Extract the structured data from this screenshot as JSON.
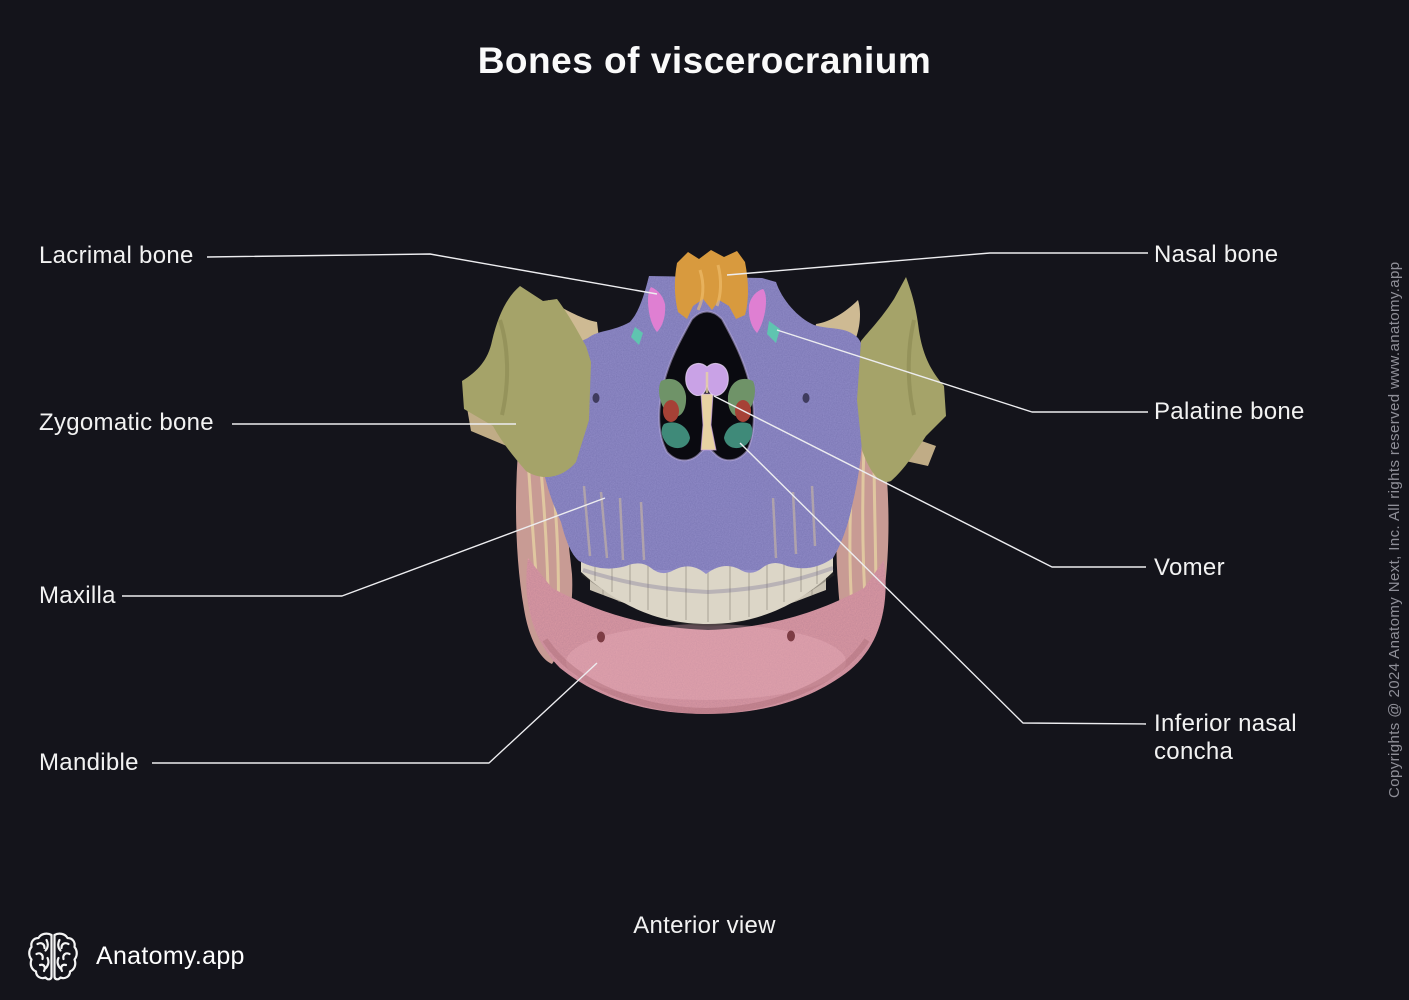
{
  "title": "Bones of viscerocranium",
  "view_label": "Anterior view",
  "brand": {
    "name": "Anatomy.app",
    "icon": "brain-icon"
  },
  "copyright": "Copyrights @ 2024 Anatomy Next, Inc. All rights reserved www.anatomy.app",
  "labels": {
    "left": [
      {
        "text": "Lacrimal bone"
      },
      {
        "text": "Zygomatic bone"
      },
      {
        "text": "Maxilla"
      },
      {
        "text": "Mandible"
      }
    ],
    "right": [
      {
        "text": "Nasal bone"
      },
      {
        "text": "Palatine bone"
      },
      {
        "text": "Vomer"
      },
      {
        "text": "Inferior nasal concha"
      }
    ]
  },
  "bones": [
    {
      "name": "Nasal bone",
      "color": "#d89a3e"
    },
    {
      "name": "Lacrimal bone",
      "color": "#df7fd2"
    },
    {
      "name": "Zygomatic bone",
      "color": "#a5a369"
    },
    {
      "name": "Maxilla",
      "color": "#928dc9"
    },
    {
      "name": "Mandible",
      "color": "#dc9aa4"
    },
    {
      "name": "Vomer",
      "color": "#c9a2e6"
    },
    {
      "name": "Palatine bone",
      "color": "#5fc4b0"
    },
    {
      "name": "Inferior nasal concha",
      "color": "#3f8a79"
    }
  ],
  "colors": {
    "background": "#14141b",
    "leader_line": "#ededf0",
    "title_text": "#fafafa",
    "label_text": "#f2f2f2",
    "copyright_text": "#8f8f98",
    "teeth_upper": "#dcd6c7",
    "teeth_lower": "#cbc4b5",
    "ramus": "#c89b94",
    "bone_streak": "#e7d2a3",
    "concha_accent_green": "#6f9368",
    "concha_accent_red": "#a64136",
    "aperture": "#0a0a10"
  }
}
